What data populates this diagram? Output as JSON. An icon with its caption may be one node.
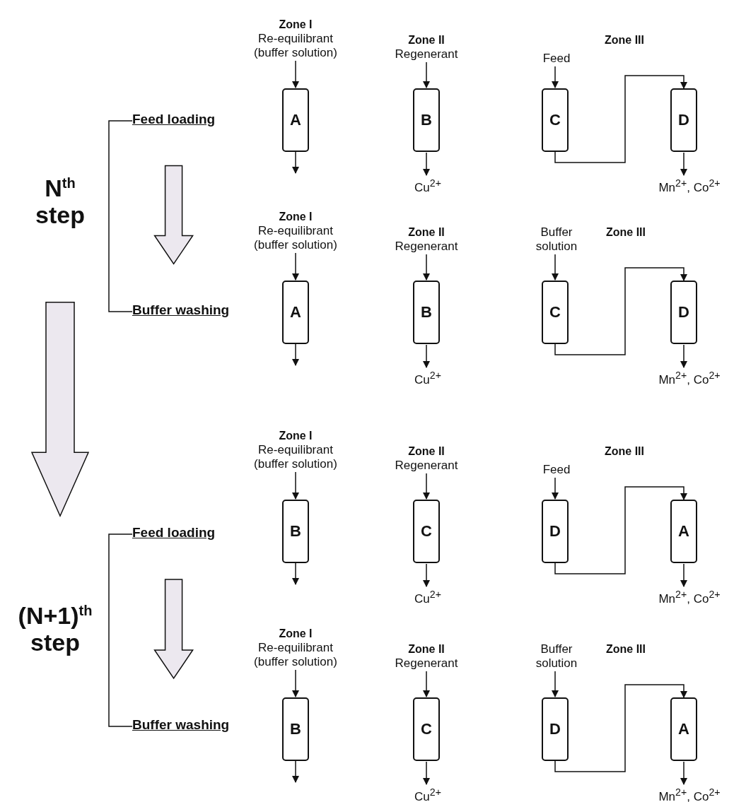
{
  "diagram": {
    "nodes": [
      {
        "text": [
          "N$^{th}$ step"
        ]
      },
      {
        "text": [
          "Feed loading"
        ]
      },
      {
        "text": [
          "Buffer washing"
        ]
      },
      {
        "text": [
          "(N+1)$^{th}$ step"
        ]
      },
      {
        "text": [
          "Feed loading"
        ]
      },
      {
        "text": [
          "Buffer washing"
        ]
      },
      {
        "text": [
          "Zone I",
          "Re-equilibrant (buffer solution)"
        ]
      },
      {
        "text": [
          "A"
        ]
      },
      {
        "text": [
          "Zone II",
          "Regenerant"
        ]
      },
      {
        "text": [
          "B"
        ]
      },
      {
        "text": [
          "Cu$^{2+}$"
        ]
      },
      {
        "text": [
          "Feed"
        ]
      },
      {
        "text": [
          "C"
        ]
      },
      {
        "text": [
          "D"
        ]
      },
      {
        "text": [
          "Mn$^{2+}$, Co$^{2+}$"
        ]
      },
      {
        "text": [
          "Zone I",
          "Re-equilibrant (buffer solution)"
        ]
      },
      {
        "text": [
          "A"
        ]
      },
      {
        "text": [
          "Zone II",
          "Regenerant"
        ]
      },
      {
        "text": [
          "B"
        ]
      },
      {
        "text": [
          "Cu$^{2+}$"
        ]
      },
      {
        "text": [
          "Buffer solution"
        ]
      },
      {
        "text": [
          "C"
        ]
      },
      {
        "text": [
          "D"
        ]
      },
      {
        "text": [
          "Mn$^{2+}$, Co$^{2+}$"
        ]
      },
      {
        "text": [
          "Zone I",
          "Re-equilibrant (buffer solution)"
        ]
      },
      {
        "text": [
          "B"
        ]
      },
      {
        "text": [
          "Zone II",
          "Regenerant"
        ]
      },
      {
        "text": [
          "C"
        ]
      },
      {
        "text": [
          "Cu$^{2+}$"
        ]
      },
      {
        "text": [
          "Feed"
        ]
      },
      {
        "text": [
          "D"
        ]
      },
      {
        "text": [
          "A"
        ]
      },
      {
        "text": [
          "Mn$^{2+}$, Co$^{2+}$"
        ]
      },
      {
        "text": [
          "Zone I",
          "Re-equilibrant (buffer solution)"
        ]
      },
      {
        "text": [
          "B"
        ]
      },
      {
        "text": [
          "Zone II",
          "Regenerant"
        ]
      },
      {
        "text": [
          "C"
        ]
      },
      {
        "text": [
          "Cu$^{2+}$"
        ]
      },
      {
        "text": [
          "Buffer solution"
        ]
      },
      {
        "text": [
          "D"
        ]
      },
      {
        "text": [
          "A"
        ]
      },
      {
        "text": [
          "Mn$^{2+}$, Co$^{2+}$"
        ]
      }
    ],
    "edges": [
      {
        "from": 0,
        "to": 3,
        "arrow": "to",
        "style": "thick"
      },
      {
        "from": 1,
        "to": 2,
        "arrow": "to",
        "style": "thick"
      },
      {
        "from": 4,
        "to": 5,
        "arrow": "to",
        "style": "thick"
      },
      {
        "from": 6,
        "to": 7,
        "arrow": "to"
      },
      {
        "from": 7,
        "to": null,
        "arrow": "to"
      },
      {
        "from": 8,
        "to": 9,
        "arrow": "to"
      },
      {
        "from": 9,
        "to": 10,
        "arrow": "to"
      },
      {
        "from": 11,
        "to": 12,
        "arrow": "to"
      },
      {
        "from": 12,
        "to": 13,
        "arrow": "to"
      },
      {
        "from": 13,
        "to": 14,
        "arrow": "to"
      },
      {
        "from": 15,
        "to": 16,
        "arrow": "to"
      },
      {
        "from": 16,
        "to": null,
        "arrow": "to"
      },
      {
        "from": 17,
        "to": 18,
        "arrow": "to"
      },
      {
        "from": 18,
        "to": 19,
        "arrow": "to"
      },
      {
        "from": 20,
        "to": 21,
        "arrow": "to"
      },
      {
        "from": 21,
        "to": 22,
        "arrow": "to"
      },
      {
        "from": 22,
        "to": 23,
        "arrow": "to"
      },
      {
        "from": 24,
        "to": 25,
        "arrow": "to"
      },
      {
        "from": 25,
        "to": null,
        "arrow": "to"
      },
      {
        "from": 26,
        "to": 27,
        "arrow": "to"
      },
      {
        "from": 27,
        "to": 28,
        "arrow": "to"
      },
      {
        "from": 29,
        "to": 30,
        "arrow": "to"
      },
      {
        "from": 30,
        "to": 31,
        "arrow": "to"
      },
      {
        "from": 31,
        "to": 32,
        "arrow": "to"
      },
      {
        "from": 33,
        "to": 34,
        "arrow": "to"
      },
      {
        "from": 34,
        "to": null,
        "arrow": "to"
      },
      {
        "from": 35,
        "to": 36,
        "arrow": "to"
      },
      {
        "from": 36,
        "to": 37,
        "arrow": "to"
      },
      {
        "from": 38,
        "to": 39,
        "arrow": "to"
      },
      {
        "from": 39,
        "to": 40,
        "arrow": "to"
      },
      {
        "from": 40,
        "to": 41,
        "arrow": "to"
      }
    ],
    "labels": [
      "Zone III",
      "Zone III",
      "Zone III",
      "Zone III"
    ]
  }
}
